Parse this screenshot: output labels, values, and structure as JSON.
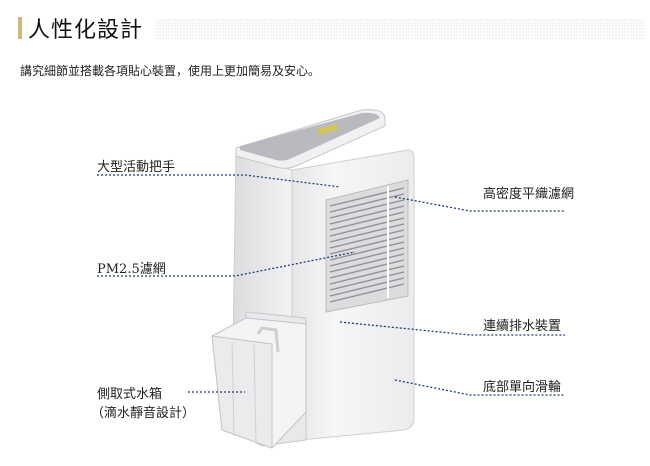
{
  "section": {
    "title": "人性化設計",
    "intro": "講究細節並搭載各項貼心裝置，使用上更加簡易及安心。"
  },
  "features": {
    "handle": "大型活動把手",
    "pm25": "PM2.5濾網",
    "tank_line1": "側取式水箱",
    "tank_line2": "（滴水靜音設計）",
    "filter": "高密度平織濾網",
    "drain": "連續排水裝置",
    "wheels": "底部單向滑輪"
  },
  "colors": {
    "accent": "#d2b77a",
    "leader": "#1f3a7a"
  }
}
